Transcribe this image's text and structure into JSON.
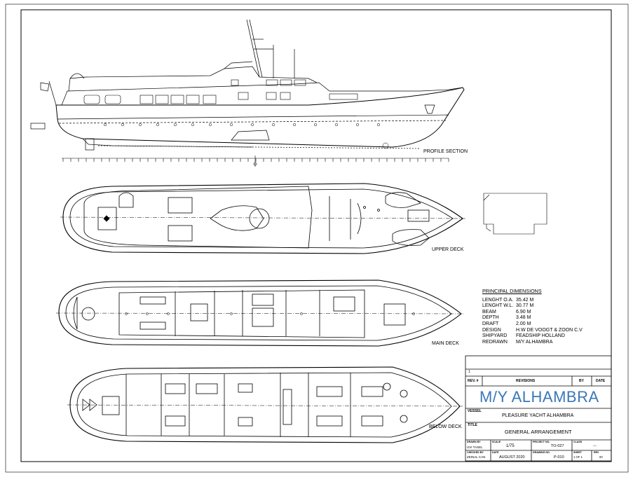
{
  "views": {
    "profile": "PROFILE SECTION",
    "upper": "UPPER DECK",
    "main": "MAIN DECK",
    "below": "BELOW DECK"
  },
  "dimensions": {
    "heading": "PRINCIPAL DIMENSIONS",
    "rows": [
      {
        "k": "LENGHT O.A.",
        "v": "35.42  M"
      },
      {
        "k": "LENGHT W.L.",
        "v": "30.77  M"
      },
      {
        "k": "BEAM",
        "v": "6.90  M"
      },
      {
        "k": "DEPTH",
        "v": "3.48  M"
      },
      {
        "k": "DRAFT",
        "v": "2.00  M"
      },
      {
        "k": "DESIGN",
        "v": "H.W DE VOOGT & ZOON C.V"
      },
      {
        "k": "SHIPYARD",
        "v": "FEADSHIP HOLLAND"
      },
      {
        "k": "REDRAWN",
        "v": "M/Y ALHAMBRA"
      }
    ]
  },
  "title_block": {
    "rev_no": "1",
    "rev_label": "REV. #",
    "revisions_label": "REVISIONS",
    "by_label": "BY",
    "date_label": "DATE",
    "project_title": "M/Y ALHAMBRA",
    "vessel_label": "VESSEL",
    "vessel": "PLEASURE YACHT ALHAMBRA",
    "title_label": "TITLE",
    "title": "GENERAL ARRANGEMENT",
    "drawn_by_label": "DRAWN BY",
    "drawn_by": "UVI TASEL",
    "scale_label": "SCALE",
    "scale": "1/75",
    "project_no_label": "PROJECT NO.",
    "project_no": "TO-027",
    "class_label": "CLASS",
    "class": "---",
    "checked_by_label": "CHECKED BY",
    "checked_by": "ZEINAL CAN",
    "date_field_label": "DATE",
    "date": "AUGUST 2020",
    "drawing_no_label": "DRAWING NO.",
    "drawing_no": "P-010",
    "sheet_label": "SHEET",
    "sheet": "1 OF 1",
    "rev_field_label": "REV",
    "rev": "00"
  },
  "colors": {
    "ink": "#000000",
    "title_blue": "#3a78b8"
  }
}
